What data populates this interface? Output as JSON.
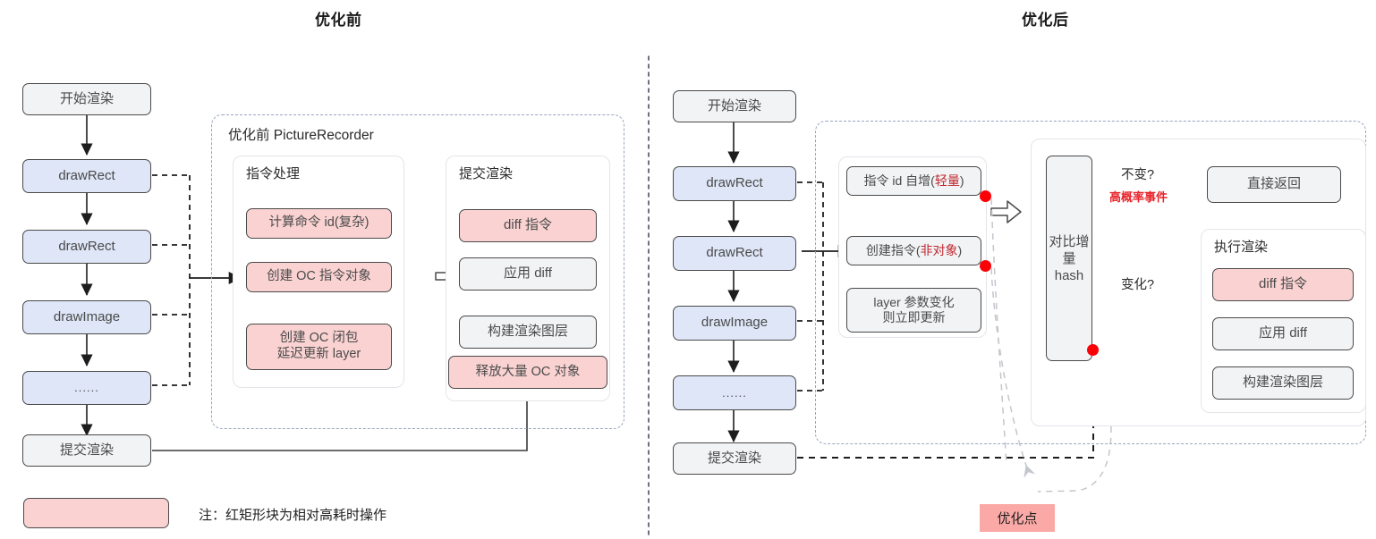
{
  "titles": {
    "left": "优化前",
    "right": "优化后"
  },
  "left": {
    "flow": [
      {
        "label": "开始渲染",
        "kind": "white"
      },
      {
        "label": "drawRect",
        "kind": "blue"
      },
      {
        "label": "drawRect",
        "kind": "blue"
      },
      {
        "label": "drawImage",
        "kind": "blue"
      },
      {
        "label": "......",
        "kind": "blue"
      },
      {
        "label": "提交渲染",
        "kind": "white"
      }
    ],
    "group_label": "优化前 PictureRecorder",
    "panel_a": {
      "label": "指令处理",
      "items": [
        {
          "label": "计算命令 id(复杂)",
          "kind": "red"
        },
        {
          "label": "创建 OC 指令对象",
          "kind": "red"
        },
        {
          "label": "创建 OC 闭包\n延迟更新 layer",
          "kind": "red"
        }
      ]
    },
    "panel_b": {
      "label": "提交渲染",
      "items": [
        {
          "label": "diff 指令",
          "kind": "red"
        },
        {
          "label": "应用 diff",
          "kind": "white"
        },
        {
          "label": "构建渲染图层",
          "kind": "white"
        },
        {
          "label": "释放大量 OC 对象",
          "kind": "red"
        }
      ]
    }
  },
  "right": {
    "flow": [
      {
        "label": "开始渲染",
        "kind": "white"
      },
      {
        "label": "drawRect",
        "kind": "blue"
      },
      {
        "label": "drawRect",
        "kind": "blue"
      },
      {
        "label": "drawImage",
        "kind": "blue"
      },
      {
        "label": "......",
        "kind": "blue"
      },
      {
        "label": "提交渲染",
        "kind": "white"
      }
    ],
    "panel_a": {
      "items": [
        {
          "label": "指令 id 自增(",
          "accent": "轻量",
          "tail": ")",
          "kind": "white"
        },
        {
          "label": "创建指令(",
          "accent": "非对象",
          "tail": ")",
          "kind": "white"
        },
        {
          "label": "layer 参数变化\n则立即更新",
          "kind": "white"
        }
      ]
    },
    "compare_box": {
      "label_vertical": "对比增量",
      "label_mono": "hash"
    },
    "branch_unchanged": {
      "condition": "不变?",
      "note": "高概率事件",
      "target": "直接返回"
    },
    "branch_changed": {
      "condition": "变化?"
    },
    "panel_exec": {
      "label": "执行渲染",
      "items": [
        {
          "label": "diff 指令",
          "kind": "red"
        },
        {
          "label": "应用 diff",
          "kind": "white"
        },
        {
          "label": "构建渲染图层",
          "kind": "white"
        }
      ]
    },
    "optimization_tag": "优化点"
  },
  "legend": {
    "note": "注：红矩形块为相对高耗时操作"
  },
  "colors": {
    "red_fill": "#fad2d2",
    "blue_fill": "#dee6f7",
    "grey_fill": "#f2f3f5",
    "stroke": "#4a4a4a",
    "accent_red": "#c0272d",
    "dot_red": "#fb0007",
    "tag_bg": "#fba9a6",
    "dashed_blue": "#9aa4c0"
  }
}
